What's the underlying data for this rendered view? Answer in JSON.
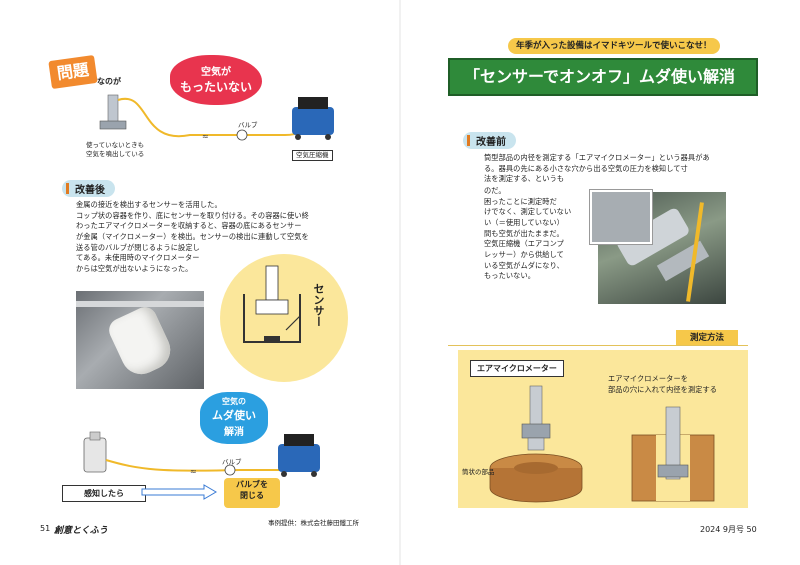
{
  "left": {
    "problem_badge": "問題",
    "problem_badge_suffix": "なのが",
    "air_wasted_bubble_line1": "空気が",
    "air_wasted_bubble_line2": "もったいない",
    "valve_label_top": "バルブ",
    "compressor_label_top": "空気圧縮機",
    "unused_note_line1": "使っていないときも",
    "unused_note_line2": "空気を噴出している",
    "after_heading": "改善後",
    "after_text": [
      "金属の接近を検出するセンサーを活用した。",
      "コップ状の容器を作り、底にセンサーを取り付ける。その容器に使い終",
      "わったエアマイクロメーターを収納すると、容器の底にあるセンサー",
      "が金属（マイクロメーター）を検出。センサーの検出に連動して空気を",
      "送る管のバルブが閉じるように設定し",
      "てある。未使用時のマイクロメーター",
      "からは空気が出ないようになった。"
    ],
    "sensor_label": "センサー",
    "waste_bubble_line1": "空気の",
    "waste_bubble_line2": "ムダ使い",
    "waste_bubble_line3": "解消",
    "valve_label_bottom": "バルブ",
    "detected_label": "感知したら",
    "valve_close_line1": "バルブを",
    "valve_close_line2": "閉じる",
    "credit": "事例提供：株式会社藤田鐵工所",
    "page_number": "51",
    "magazine_name": "創意とくふう"
  },
  "right": {
    "kicker": "年季が入った設備はイマドキツールで使いこなせ！",
    "title": "「センサーでオンオフ」ムダ使い解消",
    "before_heading": "改善前",
    "before_text_full": [
      "筒型部品の内径を測定する「エアマイクロメーター」という器具があ",
      "る。器具の先にある小さな穴から出る空気の圧力を検知して寸",
      "法を測定する、というも"
    ],
    "before_text_narrow": [
      "のだ。",
      "困ったことに測定時だ",
      "けでなく、測定していない",
      "い（＝使用していない）",
      "間も空気が出たままだ。",
      "空気圧縮機（エアコンプ",
      "レッサー）から供給して",
      "いる空気がムダになり、",
      "もったいない。"
    ],
    "method_tab": "測定方法",
    "micrometer_box": "エアマイクロメーター",
    "method_note_line1": "エアマイクロメーターを",
    "method_note_line2": "部品の穴に入れて内径を測定する",
    "part_label": "筒状の部品",
    "issue_year": "2024",
    "issue_month": "9月号",
    "page_number": "50"
  },
  "colors": {
    "accent_green": "#2f8a3a",
    "accent_orange": "#e07b22",
    "bubble_red": "#e8344e",
    "bubble_blue": "#2b9fe0",
    "yellow_panel": "#fbe79b",
    "compressor_blue": "#2a68b8",
    "head_blue": "#c9e4ee"
  }
}
